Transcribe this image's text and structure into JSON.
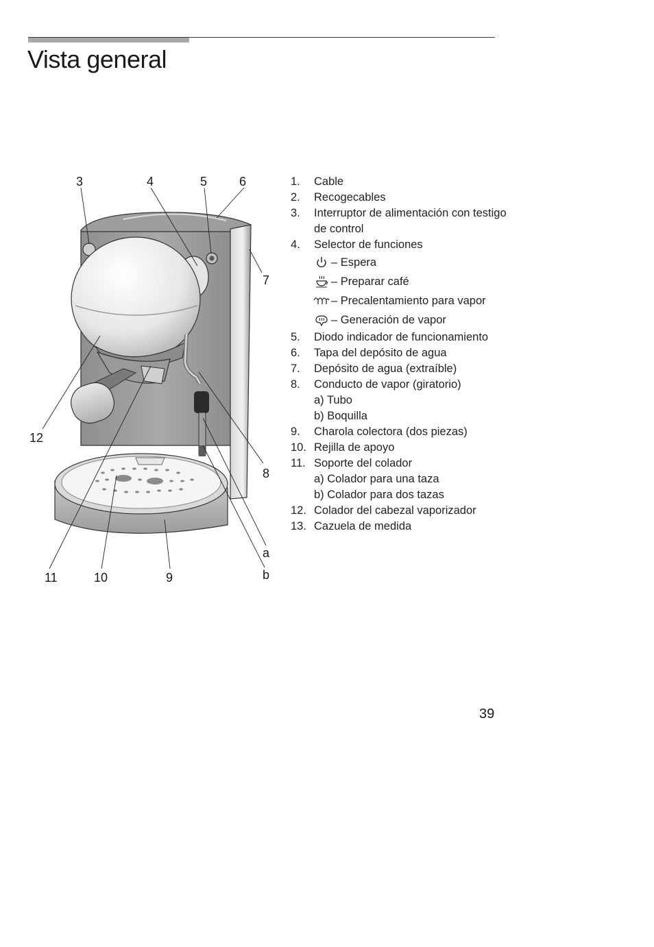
{
  "header": {
    "title": "Vista general"
  },
  "figure": {
    "callouts": [
      "3",
      "4",
      "5",
      "6",
      "7",
      "12",
      "8",
      "a",
      "11",
      "10",
      "9",
      "b"
    ]
  },
  "legend": {
    "items": [
      {
        "num": "1.",
        "text": "Cable"
      },
      {
        "num": "2.",
        "text": "Recogecables"
      },
      {
        "num": "3.",
        "text": "Interruptor de alimentación con testigo de control"
      },
      {
        "num": "4.",
        "text": "Selector de funciones",
        "modes": [
          {
            "icon": "power-standby-icon",
            "text": "– Espera"
          },
          {
            "icon": "coffee-cup-icon",
            "text": "– Preparar café"
          },
          {
            "icon": "steam-preheat-icon",
            "text": "– Precalentamiento para vapor"
          },
          {
            "icon": "steam-generation-icon",
            "text": "– Generación de vapor"
          }
        ]
      },
      {
        "num": "5.",
        "text": "Diodo indicador de funcionamiento"
      },
      {
        "num": "6.",
        "text": "Tapa del depósito de agua"
      },
      {
        "num": "7.",
        "text": "Depósito de agua (extraíble)"
      },
      {
        "num": "8.",
        "text": "Conducto de vapor (giratorio)",
        "subs": [
          "a) Tubo",
          "b) Boquilla"
        ]
      },
      {
        "num": "9.",
        "text": "Charola colectora (dos piezas)"
      },
      {
        "num": "10.",
        "text": "Rejilla de apoyo"
      },
      {
        "num": "11.",
        "text": "Soporte del colador",
        "subs": [
          "a) Colador para una taza",
          "b) Colador para dos tazas"
        ]
      },
      {
        "num": "12.",
        "text": "Colador del cabezal vaporizador"
      },
      {
        "num": "13.",
        "text": "Cazuela de medida"
      }
    ]
  },
  "footer": {
    "page_number": "39"
  }
}
